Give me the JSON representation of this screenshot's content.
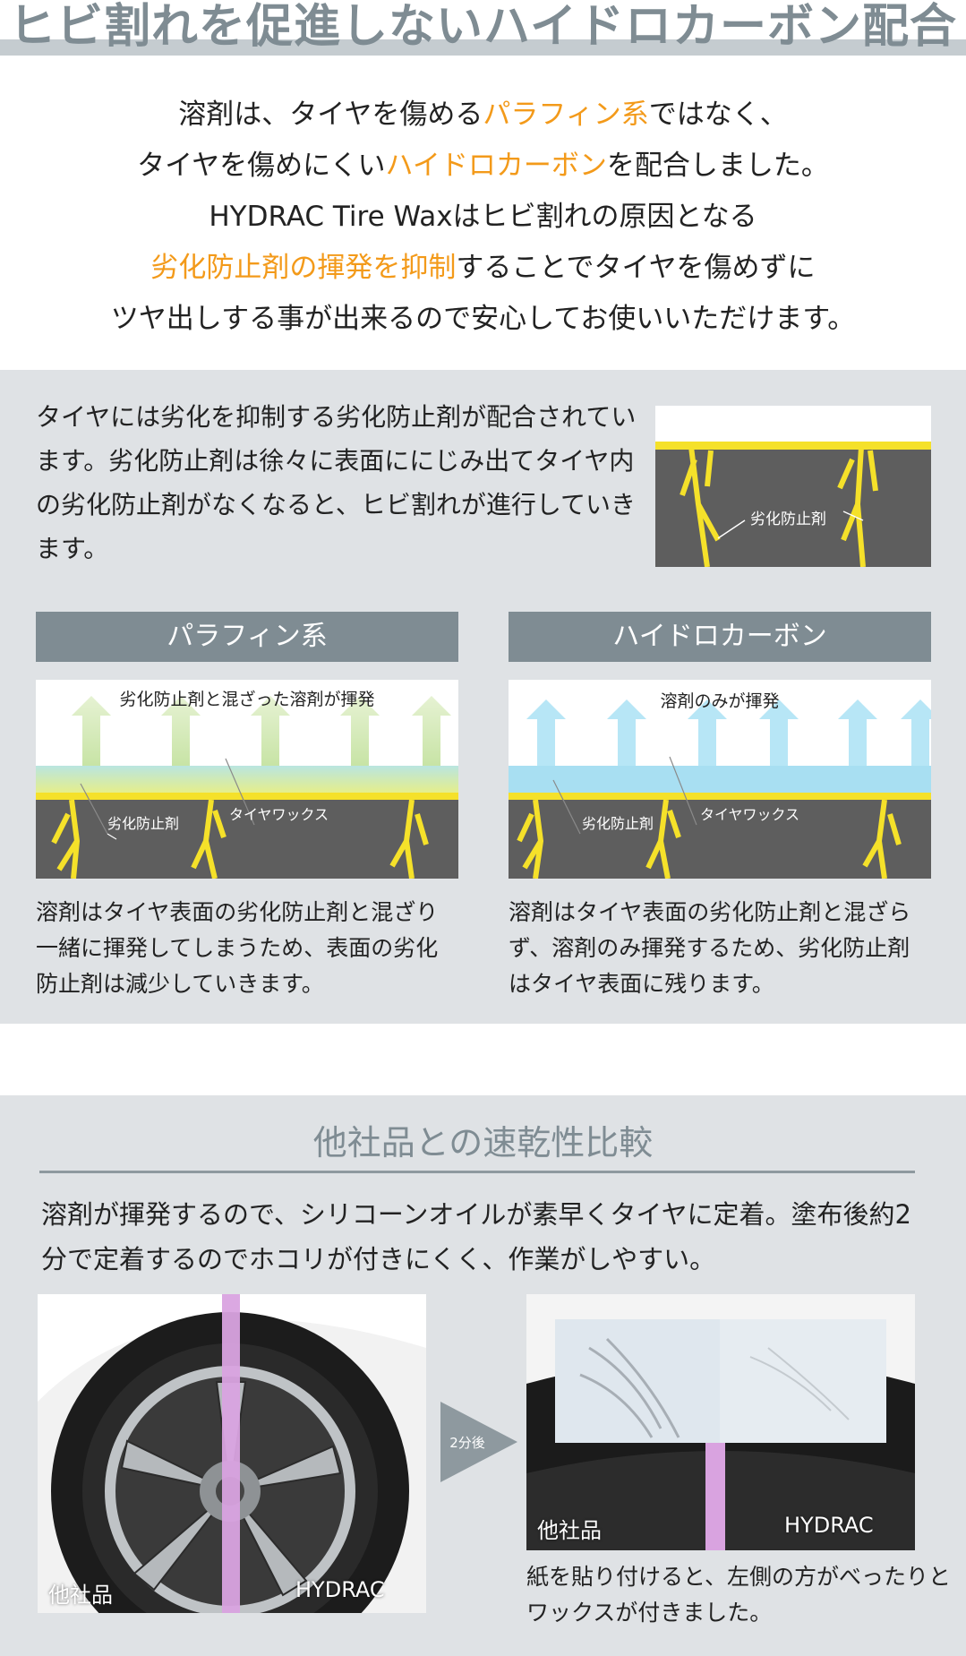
{
  "header": {
    "title": "ヒビ割れを促進しないハイドロカーボン配合"
  },
  "intro": {
    "l1a": "溶剤は、タイヤを傷める",
    "l1b": "パラフィン系",
    "l1c": "ではなく、",
    "l2a": "タイヤを傷めにくい",
    "l2b": "ハイドロカーボン",
    "l2c": "を配合しました。",
    "l3": "HYDRAC Tire Waxはヒビ割れの原因となる",
    "l4a": "劣化防止剤の揮発を抑制",
    "l4b": "することでタイヤを傷めずに",
    "l5": "ツヤ出しする事が出来るので安心してお使いいただけます。"
  },
  "explain": {
    "text": "タイヤには劣化を抑制する劣化防止剤が配合されています。劣化防止剤は徐々に表面ににじみ出てタイヤ内の劣化防止剤がなくなると、ヒビ割れが進行していきます。",
    "diagram_label": "劣化防止剤"
  },
  "paraffin": {
    "heading": "パラフィン系",
    "diagram_top": "劣化防止剤と混ざった溶剤が揮発",
    "label_agent": "劣化防止剤",
    "label_wax": "タイヤワックス",
    "text": "溶剤はタイヤ表面の劣化防止剤と混ざり一緒に揮発してしまうため、表面の劣化防止剤は減少していきます。"
  },
  "hydrocarbon": {
    "heading": "ハイドロカーボン",
    "diagram_top": "溶剤のみが揮発",
    "label_agent": "劣化防止剤",
    "label_wax": "タイヤワックス",
    "text": "溶剤はタイヤ表面の劣化防止剤と混ざらず、溶剤のみ揮発するため、劣化防止剤はタイヤ表面に残ります。"
  },
  "compare": {
    "title": "他社品との速乾性比較",
    "text": "溶剤が揮発するので、シリコーンオイルが素早くタイヤに定着。塗布後約2分で定着するのでホコリが付きにくく、作業がしやすい。",
    "photo1_left": "他社品",
    "photo1_right": "HYDRAC",
    "arrow_label": "2分後",
    "photo2_left": "他社品",
    "photo2_right": "HYDRAC",
    "caption": "紙を貼り付けると、左側の方がべったりとワックスが付きました。"
  },
  "colors": {
    "accent": "#f39a1a",
    "header_gray": "#7f8c93",
    "panel_bg": "#dfe2e5",
    "tire_gray": "#5a5a5a",
    "agent_yellow": "#f5e12a",
    "solvent_blue": "#a8dff2",
    "tape_pink": "#d9a3e0"
  }
}
